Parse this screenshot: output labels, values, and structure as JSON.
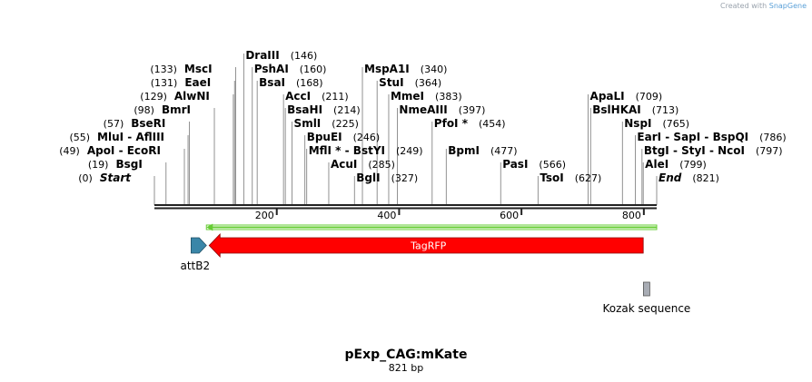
{
  "credit": {
    "prefix": "Created with",
    "brand": "SnapGene"
  },
  "map": {
    "title": "pExp_CAG:mKate",
    "length_label": "821 bp",
    "total_bp": 821,
    "ruler_ticks": [
      {
        "pos": 200,
        "label": "200"
      },
      {
        "pos": 400,
        "label": "400"
      },
      {
        "pos": 600,
        "label": "600"
      },
      {
        "pos": 800,
        "label": "800"
      }
    ],
    "features": [
      {
        "name": "attB2",
        "start": 60,
        "end": 85,
        "strand": "forward",
        "color": "#3a86a8",
        "kind": "arrow"
      },
      {
        "name": "TagRFP",
        "start": 85,
        "end": 799,
        "strand": "reverse",
        "color": "#ff0000",
        "kind": "arrow"
      },
      {
        "name": "Kozak sequence",
        "start": 799,
        "end": 810,
        "strand": "none",
        "color": "#a9adb5",
        "kind": "box"
      }
    ],
    "orf": {
      "start": 85,
      "end": 821,
      "color": "#66cc33"
    },
    "sites": [
      {
        "pos": 0,
        "label": "Start",
        "num": "(0)",
        "side": "right",
        "italic": true,
        "tier": 0
      },
      {
        "pos": 19,
        "label": "BsgI",
        "num": "(19)",
        "side": "right",
        "tier": 1
      },
      {
        "pos": 49,
        "label": "ApoI  - EcoRI",
        "num": "(49)",
        "side": "right",
        "tier": 2
      },
      {
        "pos": 55,
        "label": "MluI  - AflIII",
        "num": "(55)",
        "side": "right",
        "tier": 3
      },
      {
        "pos": 57,
        "label": "BseRI",
        "num": "(57)",
        "side": "right",
        "tier": 4
      },
      {
        "pos": 98,
        "label": "BmrI",
        "num": "(98)",
        "side": "right",
        "tier": 5
      },
      {
        "pos": 129,
        "label": "AlwNI",
        "num": "(129)",
        "side": "right",
        "tier": 6
      },
      {
        "pos": 131,
        "label": "EaeI",
        "num": "(131)",
        "side": "right",
        "tier": 7
      },
      {
        "pos": 133,
        "label": "MscI",
        "num": "(133)",
        "side": "right",
        "tier": 8
      },
      {
        "pos": 146,
        "label": "DraIII",
        "num": "(146)",
        "side": "left",
        "tier": 9
      },
      {
        "pos": 160,
        "label": "PshAI",
        "num": "(160)",
        "side": "left",
        "tier": 8
      },
      {
        "pos": 168,
        "label": "BsaI",
        "num": "(168)",
        "side": "left",
        "tier": 7
      },
      {
        "pos": 211,
        "label": "AccI",
        "num": "(211)",
        "side": "left",
        "tier": 6
      },
      {
        "pos": 214,
        "label": "BsaHI",
        "num": "(214)",
        "side": "left",
        "tier": 5
      },
      {
        "pos": 225,
        "label": "SmlI",
        "num": "(225)",
        "side": "left",
        "tier": 4
      },
      {
        "pos": 246,
        "label": "BpuEI",
        "num": "(246)",
        "side": "left",
        "tier": 3
      },
      {
        "pos": 249,
        "label": "MflI *  - BstYI",
        "num": "(249)",
        "side": "left",
        "tier": 2
      },
      {
        "pos": 285,
        "label": "AcuI",
        "num": "(285)",
        "side": "left",
        "tier": 1
      },
      {
        "pos": 327,
        "label": "BglI",
        "num": "(327)",
        "side": "left",
        "tier": 0
      },
      {
        "pos": 340,
        "label": "MspA1I",
        "num": "(340)",
        "side": "left",
        "tier": 8
      },
      {
        "pos": 364,
        "label": "StuI",
        "num": "(364)",
        "side": "left",
        "tier": 7
      },
      {
        "pos": 383,
        "label": "MmeI",
        "num": "(383)",
        "side": "left",
        "tier": 6
      },
      {
        "pos": 397,
        "label": "NmeAIII",
        "num": "(397)",
        "side": "left",
        "tier": 5
      },
      {
        "pos": 454,
        "label": "PfoI *",
        "num": "(454)",
        "side": "left",
        "tier": 4
      },
      {
        "pos": 477,
        "label": "BpmI",
        "num": "(477)",
        "side": "left",
        "tier": 2
      },
      {
        "pos": 566,
        "label": "PasI",
        "num": "(566)",
        "side": "left",
        "tier": 1
      },
      {
        "pos": 627,
        "label": "TsoI",
        "num": "(627)",
        "side": "left",
        "tier": 0
      },
      {
        "pos": 709,
        "label": "ApaLI",
        "num": "(709)",
        "side": "left",
        "tier": 6
      },
      {
        "pos": 713,
        "label": "BslHKAI",
        "num": "(713)",
        "side": "left",
        "tier": 5
      },
      {
        "pos": 765,
        "label": "NspI",
        "num": "(765)",
        "side": "left",
        "tier": 4
      },
      {
        "pos": 786,
        "label": "EarI  - SapI  - BspQI",
        "num": "(786)",
        "side": "left",
        "tier": 3
      },
      {
        "pos": 797,
        "label": "BtgI  - StyI  - NcoI",
        "num": "(797)",
        "side": "left",
        "tier": 2
      },
      {
        "pos": 799,
        "label": "AleI",
        "num": "(799)",
        "side": "left",
        "tier": 1
      },
      {
        "pos": 821,
        "label": "End",
        "num": "(821)",
        "side": "left",
        "italic": true,
        "tier": 0
      }
    ]
  }
}
